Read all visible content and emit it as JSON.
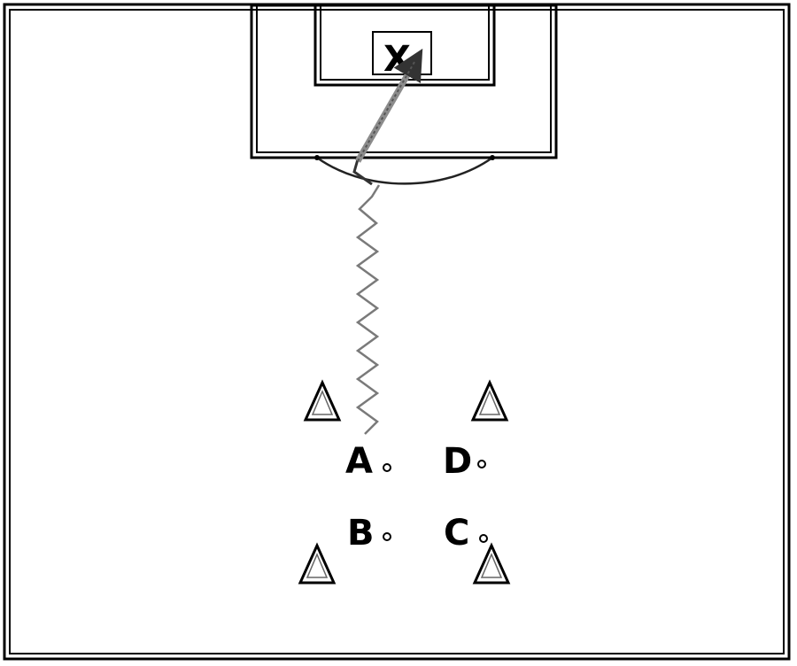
{
  "goalkeeper": {
    "label": "X"
  },
  "players": [
    {
      "id": "A",
      "label": "A"
    },
    {
      "id": "D",
      "label": "D"
    },
    {
      "id": "B",
      "label": "B"
    },
    {
      "id": "C",
      "label": "C"
    }
  ],
  "cones": {
    "count": 4
  },
  "colors": {
    "line": "#000000",
    "path": "#888888",
    "background": "#ffffff"
  }
}
